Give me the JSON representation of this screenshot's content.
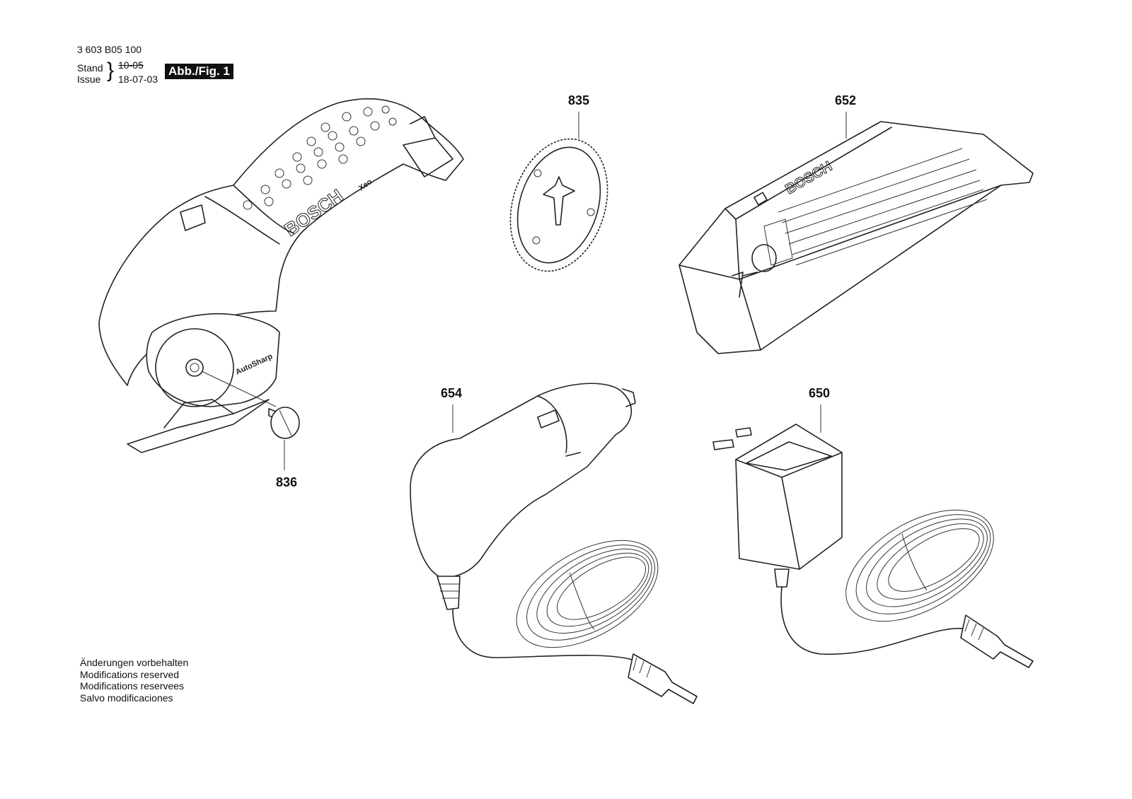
{
  "header": {
    "doc_number": "3 603 B05 100",
    "stand_label": "Stand",
    "issue_label": "Issue",
    "date_old": "10-05",
    "date_new": "18-07-03",
    "figure_label": "Abb./Fig. 1"
  },
  "notes": [
    "Änderungen vorbehalten",
    "Modifications reserved",
    "Modifications reservees",
    "Salvo modificaciones"
  ],
  "parts": [
    {
      "number": "835"
    },
    {
      "number": "652"
    },
    {
      "number": "654"
    },
    {
      "number": "650"
    },
    {
      "number": "836"
    }
  ],
  "product_text": {
    "brand": "BOSCH",
    "model": "Xeo",
    "blade_label": "AutoSharp"
  }
}
